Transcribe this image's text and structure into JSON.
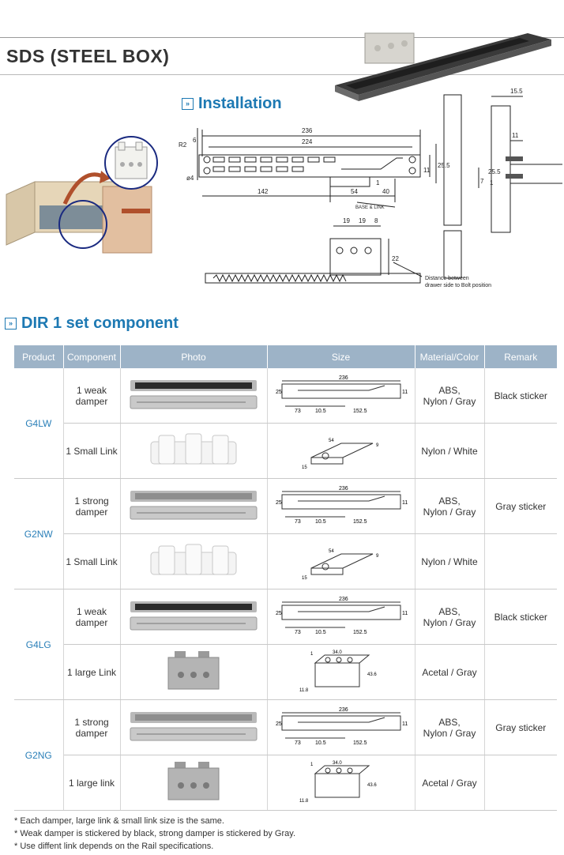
{
  "header": {
    "title": "SDS (STEEL BOX)"
  },
  "installation": {
    "heading": "Installation",
    "dims": {
      "d236": "236",
      "d224": "224",
      "d6": "6",
      "r2": "R2",
      "phi4": "ø4",
      "d142": "142",
      "d54": "54",
      "d40": "40",
      "d1": "1",
      "d25_5": "25.5",
      "d11": "11",
      "base_link": "BASE & LINK",
      "d19a": "19",
      "d19b": "19",
      "d8": "8",
      "d22": "22",
      "note_line1": "Distance between",
      "note_line2": "drawer side to Bolt position",
      "r15_5": "15.5",
      "r11": "11",
      "r25_5": "25.5",
      "r7": "7",
      "r1": "1"
    }
  },
  "component_section": {
    "heading": "DIR 1 set component",
    "columns": [
      "Product",
      "Component",
      "Photo",
      "Size",
      "Material/Color",
      "Remark"
    ],
    "products": [
      {
        "code": "G4LW",
        "rows": [
          {
            "component": [
              "1 weak",
              "damper"
            ],
            "material": [
              "ABS,",
              "Nylon / Gray"
            ],
            "remark": "Black sticker",
            "kind": "damper",
            "sticker": "#2b2b2b"
          },
          {
            "component": [
              "1 Small Link"
            ],
            "material": [
              "Nylon / White"
            ],
            "remark": "",
            "kind": "small",
            "sticker": ""
          }
        ]
      },
      {
        "code": "G2NW",
        "rows": [
          {
            "component": [
              "1 strong",
              "damper"
            ],
            "material": [
              "ABS,",
              "Nylon / Gray"
            ],
            "remark": "Gray sticker",
            "kind": "damper",
            "sticker": "#8e8e8e"
          },
          {
            "component": [
              "1 Small Link"
            ],
            "material": [
              "Nylon / White"
            ],
            "remark": "",
            "kind": "small",
            "sticker": ""
          }
        ]
      },
      {
        "code": "G4LG",
        "rows": [
          {
            "component": [
              "1 weak",
              "damper"
            ],
            "material": [
              "ABS,",
              "Nylon / Gray"
            ],
            "remark": "Black sticker",
            "kind": "damper",
            "sticker": "#2b2b2b"
          },
          {
            "component": [
              "1 large Link"
            ],
            "material": [
              "Acetal / Gray"
            ],
            "remark": "",
            "kind": "large",
            "sticker": ""
          }
        ]
      },
      {
        "code": "G2NG",
        "rows": [
          {
            "component": [
              "1 strong",
              "damper"
            ],
            "material": [
              "ABS,",
              "Nylon / Gray"
            ],
            "remark": "Gray sticker",
            "kind": "damper",
            "sticker": "#8e8e8e"
          },
          {
            "component": [
              "1 large link"
            ],
            "material": [
              "Acetal / Gray"
            ],
            "remark": "",
            "kind": "large",
            "sticker": ""
          }
        ]
      }
    ],
    "size_labels": {
      "damper": {
        "len": "236",
        "a": "73",
        "b": "10.5",
        "c": "152.5",
        "h": "11",
        "d": "25"
      },
      "small": {
        "w": "54",
        "h": "9",
        "d": "15"
      },
      "large": {
        "w": "34.0",
        "h": "43.6",
        "d": "11.8",
        "one": "1"
      }
    }
  },
  "notes": [
    "* Each damper, large link & small link size is the same.",
    "* Weak damper is stickered by black, strong damper is stickered by Gray.",
    "* Use diffent link depends on the Rail specifications."
  ],
  "colors": {
    "accent": "#1d79b3",
    "table_header": "#9db3c7",
    "product_text": "#2a7fb8"
  }
}
